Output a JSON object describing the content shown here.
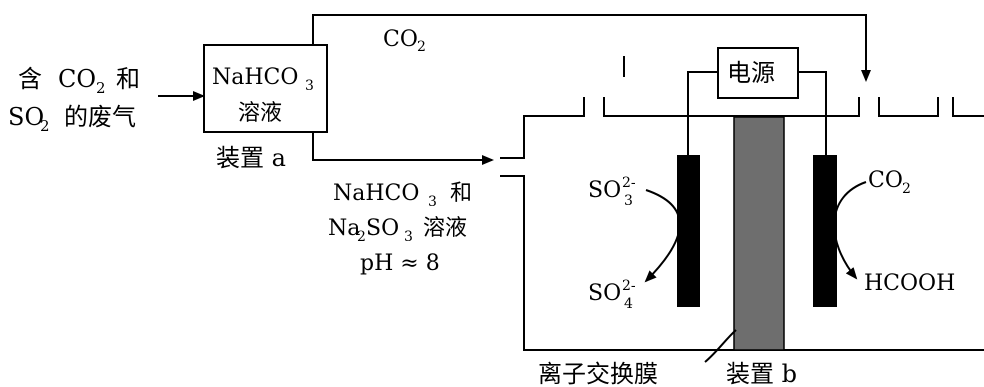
{
  "labels": {
    "waste_gas_line1_a": "含",
    "waste_gas_line1_b": "CO",
    "waste_gas_line1_sub": "2",
    "waste_gas_line1_c": "和",
    "waste_gas_line2_a": "SO",
    "waste_gas_line2_sub": "2",
    "waste_gas_line2_b": "的废气",
    "device_a_text1": "NaHCO",
    "device_a_text1_sub": "3",
    "device_a_text2": "溶液",
    "device_a_name": "装置 a",
    "co2_pipe": "CO",
    "co2_pipe_sub": "2",
    "solution_line1_a": "NaHCO",
    "solution_line1_sub": "3",
    "solution_line1_b": "和",
    "solution_line2_a": "Na",
    "solution_line2_sub1": "2",
    "solution_line2_b": "SO",
    "solution_line2_sub2": "3",
    "solution_line2_c": "溶液",
    "solution_line3": "pH ≈ 8",
    "power_source": "电源",
    "sulfite": "SO",
    "sulfite_sub": "3",
    "sulfite_sup": "2-",
    "sulfate": "SO",
    "sulfate_sub": "4",
    "sulfate_sup": "2-",
    "right_co2": "CO",
    "right_co2_sub": "2",
    "formic_acid": "HCOOH",
    "membrane": "离子交换膜",
    "device_b_name": "装置 b"
  },
  "colors": {
    "line": "#000000",
    "electrode": "#000000",
    "membrane": "#6e6e6e",
    "background": "#ffffff"
  }
}
